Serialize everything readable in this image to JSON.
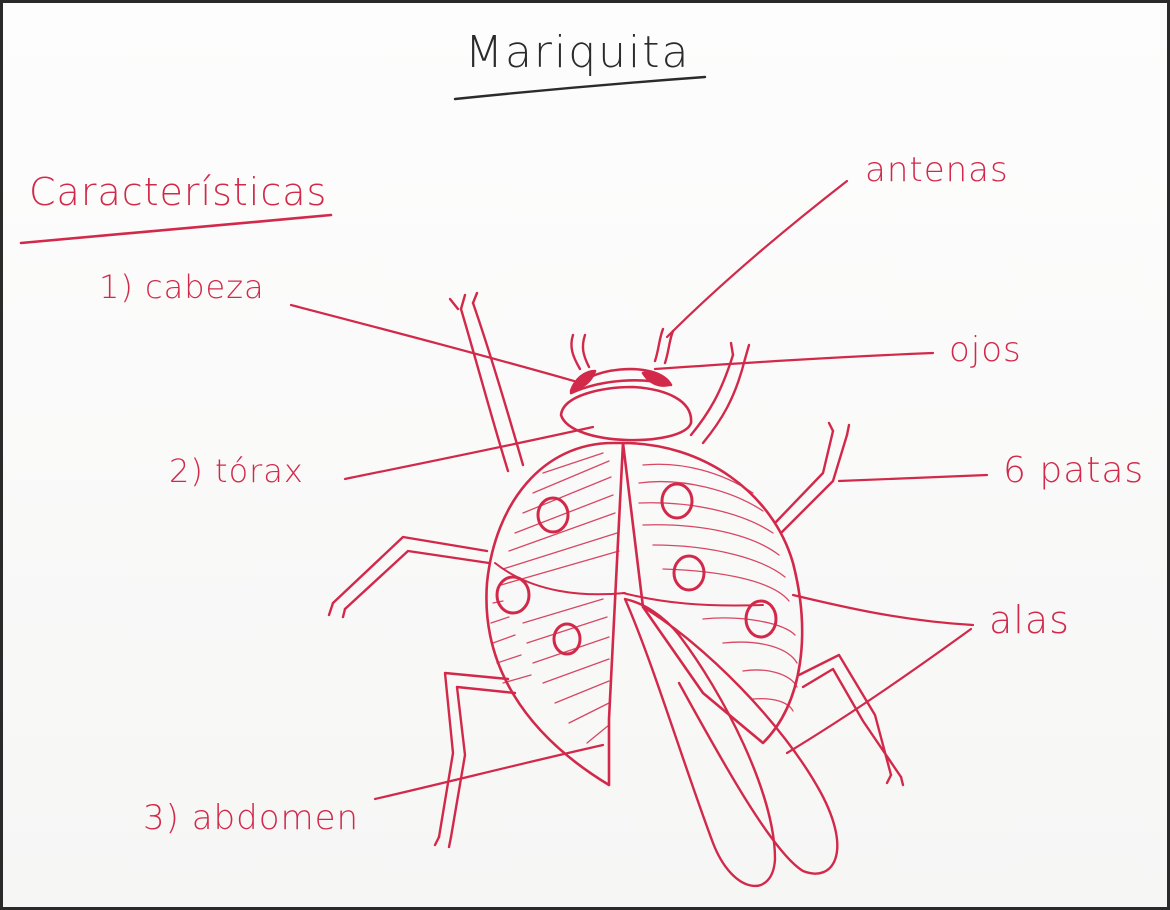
{
  "title": "Mariquita",
  "section_heading": "Características",
  "labels": {
    "cabeza": "1) cabeza",
    "torax": "2) tórax",
    "abdomen": "3) abdomen",
    "antenas": "antenas",
    "ojos": "ojos",
    "patas": "6 patas",
    "alas": "alas"
  },
  "colors": {
    "marker_red": "#d2294a",
    "marker_black": "#2b2b2b",
    "board": "#fdfdfd"
  }
}
